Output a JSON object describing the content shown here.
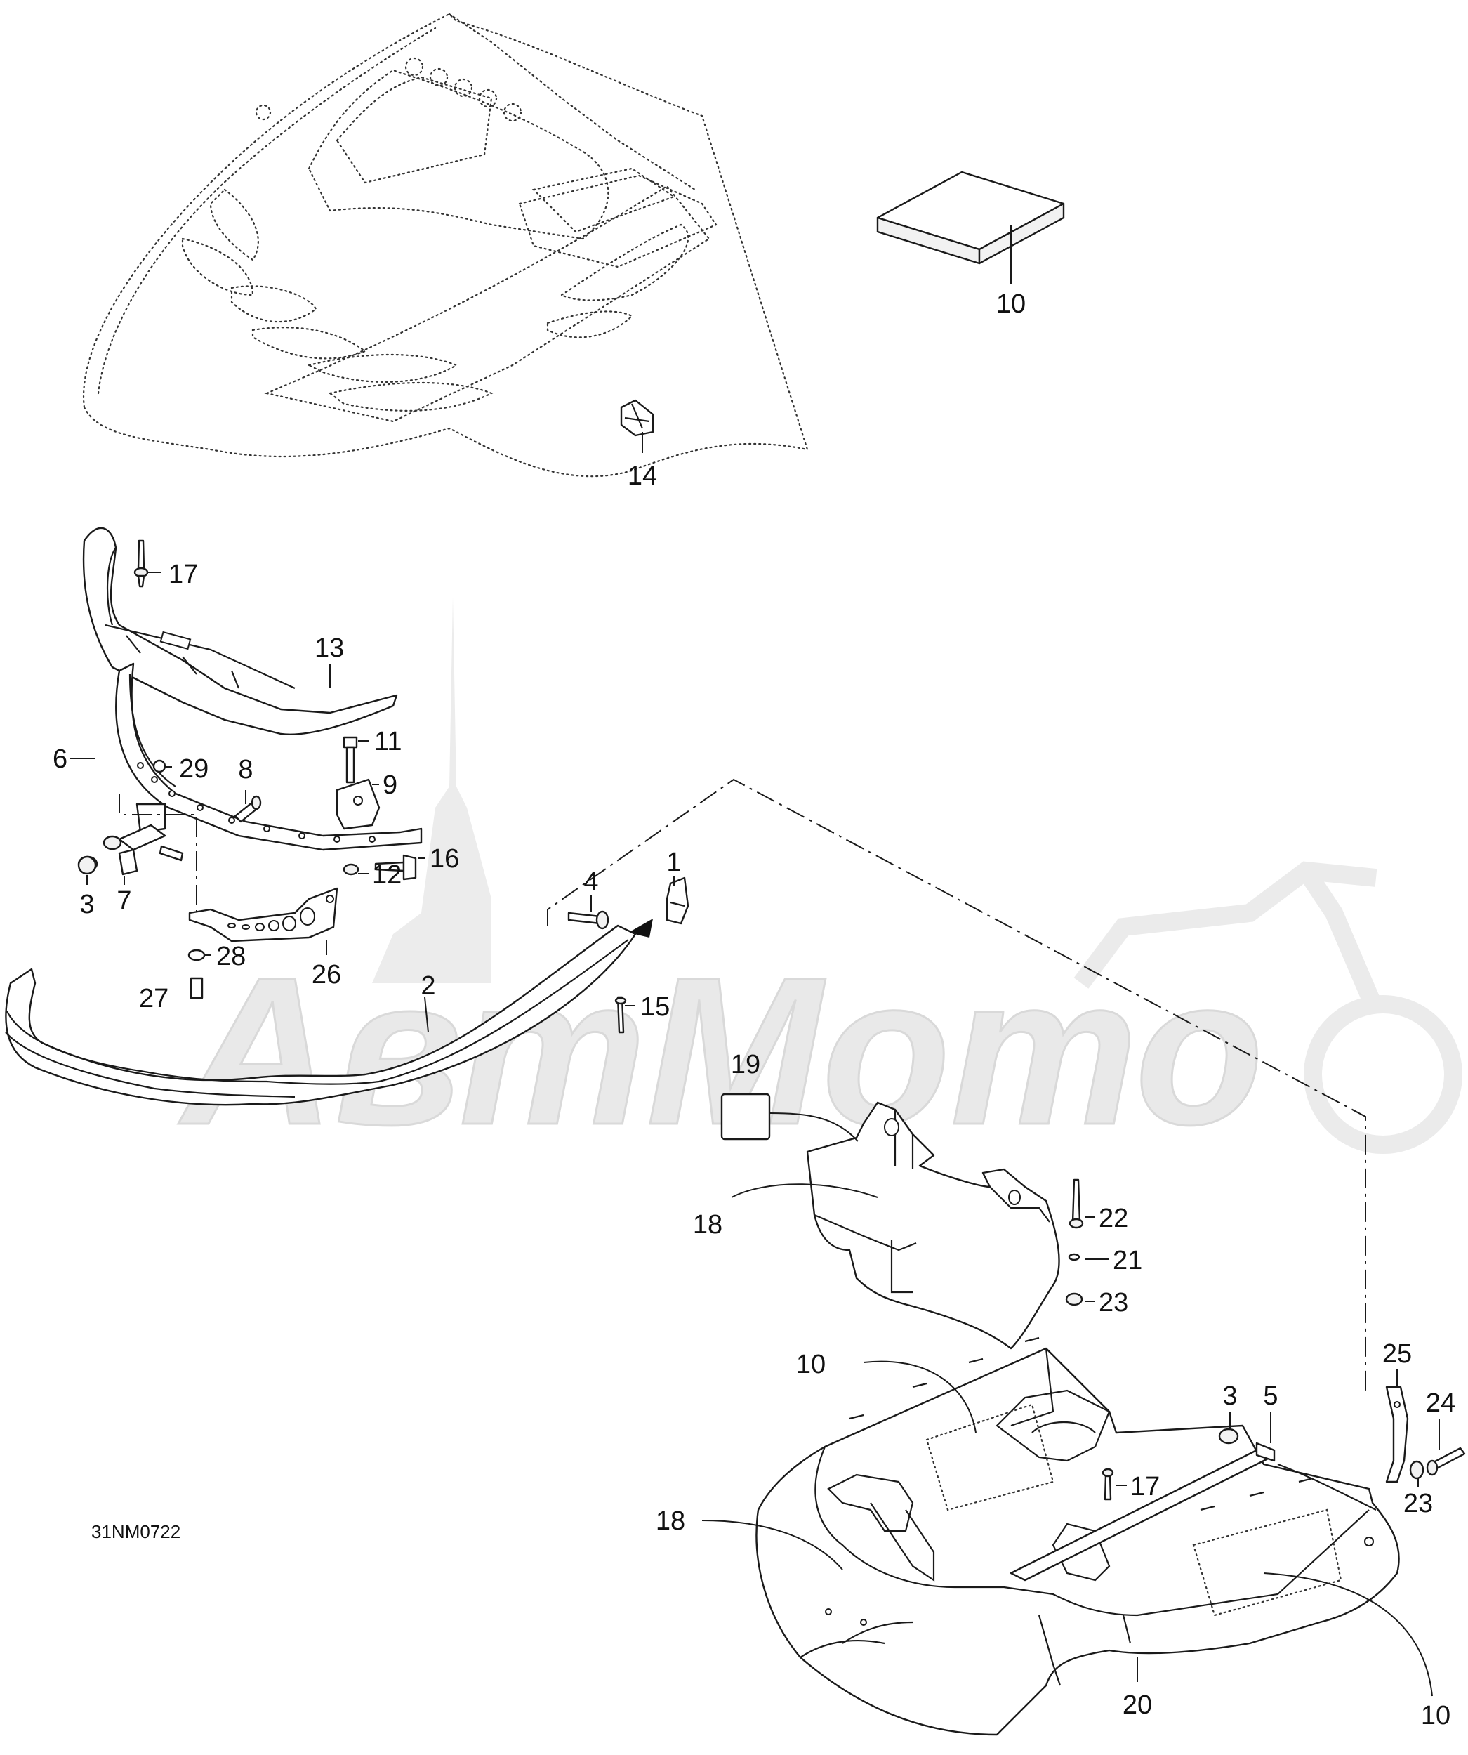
{
  "figure_code": "31NM0722",
  "watermark": {
    "text": "АвтМото",
    "color": "#e6e6e6"
  },
  "callouts": [
    {
      "id": "c10a",
      "label": "10"
    },
    {
      "id": "c14",
      "label": "14"
    },
    {
      "id": "c17a",
      "label": "17"
    },
    {
      "id": "c13",
      "label": "13"
    },
    {
      "id": "c11",
      "label": "11"
    },
    {
      "id": "c6",
      "label": "6"
    },
    {
      "id": "c29",
      "label": "29"
    },
    {
      "id": "c8",
      "label": "8"
    },
    {
      "id": "c9",
      "label": "9"
    },
    {
      "id": "c16",
      "label": "16"
    },
    {
      "id": "c12",
      "label": "12"
    },
    {
      "id": "c7",
      "label": "7"
    },
    {
      "id": "c3a",
      "label": "3"
    },
    {
      "id": "c1",
      "label": "1"
    },
    {
      "id": "c4",
      "label": "4"
    },
    {
      "id": "c28",
      "label": "28"
    },
    {
      "id": "c26",
      "label": "26"
    },
    {
      "id": "c27",
      "label": "27"
    },
    {
      "id": "c2",
      "label": "2"
    },
    {
      "id": "c15",
      "label": "15"
    },
    {
      "id": "c19",
      "label": "19"
    },
    {
      "id": "c18a",
      "label": "18"
    },
    {
      "id": "c22",
      "label": "22"
    },
    {
      "id": "c21",
      "label": "21"
    },
    {
      "id": "c23a",
      "label": "23"
    },
    {
      "id": "c10b",
      "label": "10"
    },
    {
      "id": "c3b",
      "label": "3"
    },
    {
      "id": "c5",
      "label": "5"
    },
    {
      "id": "c25",
      "label": "25"
    },
    {
      "id": "c24",
      "label": "24"
    },
    {
      "id": "c17b",
      "label": "17"
    },
    {
      "id": "c23b",
      "label": "23"
    },
    {
      "id": "c18b",
      "label": "18"
    },
    {
      "id": "c20",
      "label": "20"
    },
    {
      "id": "c10c",
      "label": "10"
    }
  ]
}
